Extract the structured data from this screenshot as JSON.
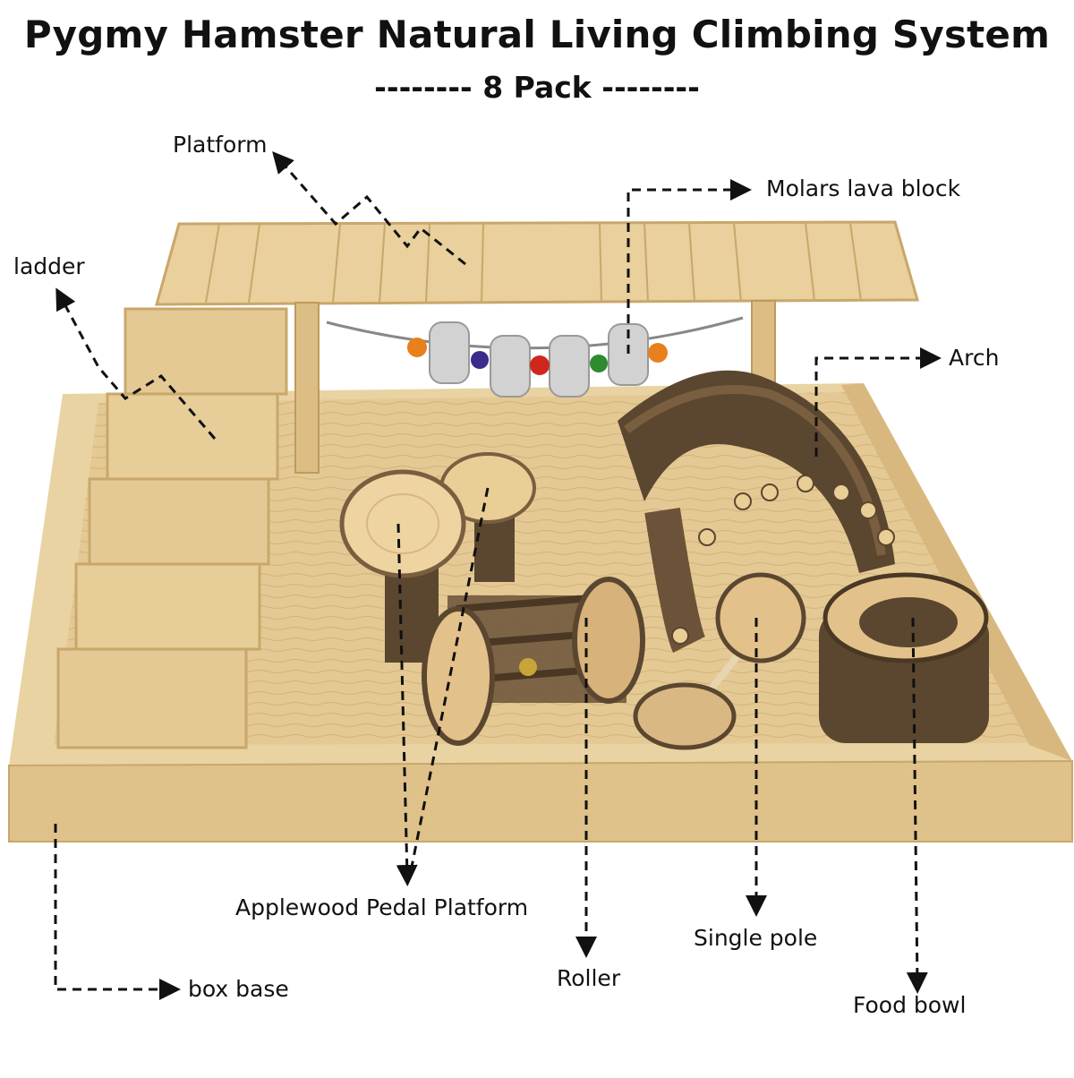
{
  "title": "Pygmy Hamster Natural Living Climbing System",
  "subtitle": "-------- 8 Pack --------",
  "labels": {
    "platform": "Platform",
    "molars_lava_block": "Molars lava block",
    "ladder": "ladder",
    "arch": "Arch",
    "applewood_pedal_platform": "Applewood Pedal Platform",
    "roller": "Roller",
    "single_pole": "Single pole",
    "food_bowl": "Food bowl",
    "box_base": "box base"
  },
  "colors": {
    "pine": "#e4c994",
    "pine_dark": "#c9a76a",
    "bark": "#5b4630",
    "lava": "#cfcfd0",
    "text": "#111111"
  }
}
